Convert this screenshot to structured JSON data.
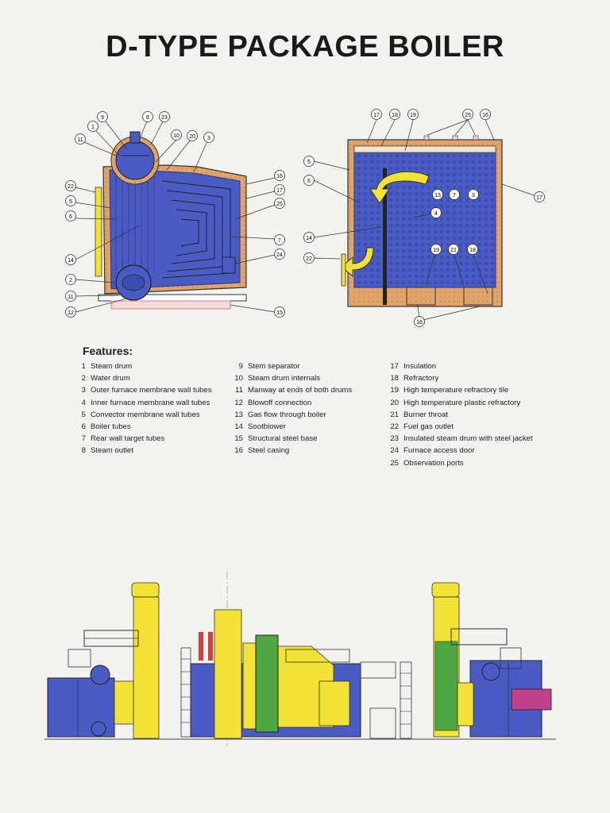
{
  "title": "D-TYPE PACKAGE BOILER",
  "features_heading": "Features:",
  "features": [
    {
      "num": "1",
      "label": "Steam drum"
    },
    {
      "num": "2",
      "label": "Water drum"
    },
    {
      "num": "3",
      "label": "Outer furnace membrane wall tubes"
    },
    {
      "num": "4",
      "label": "Inner furnace membrane wall tubes"
    },
    {
      "num": "5",
      "label": "Convector membrane wall tubes"
    },
    {
      "num": "6",
      "label": "Boiler tubes"
    },
    {
      "num": "7",
      "label": "Rear wall target tubes"
    },
    {
      "num": "8",
      "label": "Steam outlet"
    },
    {
      "num": "9",
      "label": "Stem separator"
    },
    {
      "num": "10",
      "label": "Steam drum internals"
    },
    {
      "num": "11",
      "label": "Manway at ends of both drums"
    },
    {
      "num": "12",
      "label": "Blowoff connection"
    },
    {
      "num": "13",
      "label": "Gas flow through boiler"
    },
    {
      "num": "14",
      "label": "Sootblower"
    },
    {
      "num": "15",
      "label": "Structural steel base"
    },
    {
      "num": "16",
      "label": "Steel casing"
    },
    {
      "num": "17",
      "label": "Insulation"
    },
    {
      "num": "18",
      "label": "Refractory"
    },
    {
      "num": "19",
      "label": "High temperature refractory tile"
    },
    {
      "num": "20",
      "label": "High temperature plastic refractory"
    },
    {
      "num": "21",
      "label": "Burner throat"
    },
    {
      "num": "22",
      "label": "Fuel gas outlet"
    },
    {
      "num": "23",
      "label": "Insulated steam drum with steel jacket"
    },
    {
      "num": "24",
      "label": "Furnace access door"
    },
    {
      "num": "25",
      "label": "Observation ports"
    }
  ],
  "side_callouts": [
    "9",
    "8",
    "23",
    "1",
    "10",
    "20",
    "3",
    "11",
    "22",
    "5",
    "6",
    "16",
    "17",
    "25",
    "7",
    "24",
    "14",
    "2",
    "11",
    "12",
    "15"
  ],
  "end_callouts": [
    "17",
    "18",
    "19",
    "25",
    "16",
    "5",
    "6",
    "17",
    "13",
    "7",
    "3",
    "4",
    "14",
    "22",
    "19",
    "21",
    "18",
    "16"
  ],
  "colors": {
    "casing_blue": "#4a5cc4",
    "refractory_orange": "#e0a46a",
    "highlight_yellow": "#f2e236",
    "green": "#4ea842",
    "magenta": "#c0408a",
    "line": "#333333"
  }
}
